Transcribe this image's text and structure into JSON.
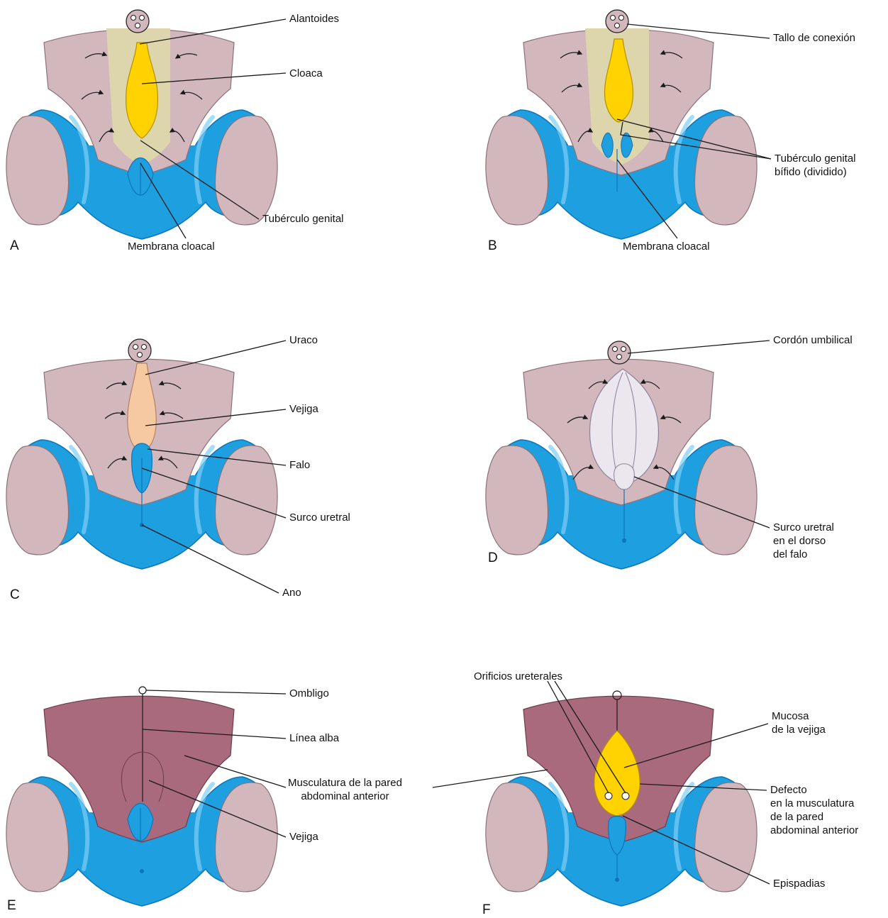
{
  "colors": {
    "skin": "#d2b7bd",
    "skin_edge": "#8d7178",
    "blue": "#1e9fe0",
    "blue_dark": "#0e74b8",
    "blue_light": "#7dcff5",
    "khaki": "#ddd6ad",
    "yellow": "#ffd200",
    "yellow_edge": "#b38f00",
    "peach": "#f6c9a3",
    "lavender": "#ece6ef",
    "muscle": "#a86a7c",
    "muscle_edge": "#6e3c4c",
    "line": "#1a1a1a"
  },
  "panels": [
    {
      "letter": "A",
      "labels": [
        {
          "id": "alantoides",
          "text": "Alantoides"
        },
        {
          "id": "cloaca",
          "text": "Cloaca"
        },
        {
          "id": "tuberculo-genital",
          "text": "Tubérculo genital"
        },
        {
          "id": "membrana-cloacal",
          "text": "Membrana cloacal"
        }
      ]
    },
    {
      "letter": "B",
      "labels": [
        {
          "id": "tallo-conexion",
          "text": "Tallo de conexión"
        },
        {
          "id": "tuberculo-bifido",
          "text": "Tubérculo genital\nbífido (dividido)"
        },
        {
          "id": "membrana-cloacal",
          "text": "Membrana cloacal"
        }
      ]
    },
    {
      "letter": "C",
      "labels": [
        {
          "id": "uraco",
          "text": "Uraco"
        },
        {
          "id": "vejiga",
          "text": "Vejiga"
        },
        {
          "id": "falo",
          "text": "Falo"
        },
        {
          "id": "surco-uretral",
          "text": "Surco uretral"
        },
        {
          "id": "ano",
          "text": "Ano"
        }
      ]
    },
    {
      "letter": "D",
      "labels": [
        {
          "id": "cordon-umbilical",
          "text": "Cordón umbilical"
        },
        {
          "id": "surco-dorso",
          "text": "Surco uretral\nen el dorso\ndel falo"
        }
      ]
    },
    {
      "letter": "E",
      "labels": [
        {
          "id": "ombligo",
          "text": "Ombligo"
        },
        {
          "id": "linea-alba",
          "text": "Línea alba"
        },
        {
          "id": "musculatura",
          "text": "Musculatura de la pared\nabdominal anterior"
        },
        {
          "id": "vejiga",
          "text": "Vejiga"
        }
      ]
    },
    {
      "letter": "F",
      "labels": [
        {
          "id": "orificios",
          "text": "Orificios ureterales"
        },
        {
          "id": "mucosa",
          "text": "Mucosa\nde la vejiga"
        },
        {
          "id": "defecto",
          "text": "Defecto\nen la musculatura\nde la pared\nabdominal anterior"
        },
        {
          "id": "epispadias",
          "text": "Epispadias"
        }
      ]
    }
  ]
}
